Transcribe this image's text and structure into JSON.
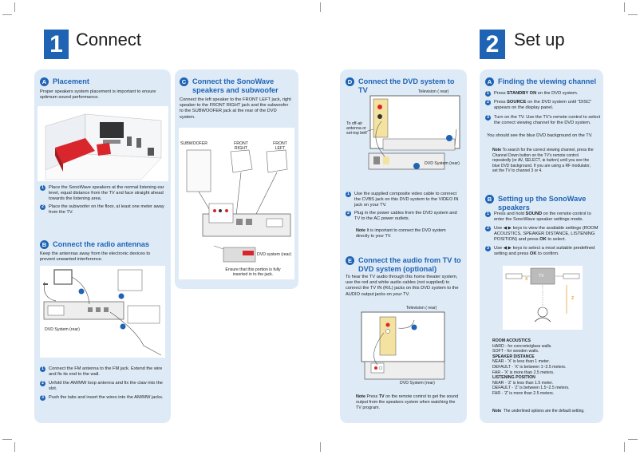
{
  "left": {
    "number": "1",
    "title": "Connect",
    "a": {
      "badge": "A",
      "heading": "Placement",
      "intro": "Proper speakers system placement is important to ensure optimum sound performance.",
      "steps": [
        {
          "n": "1",
          "text": "Place the SonoWave speakers at the normal listening ear level, equal distance from the TV and face straight ahead towards the listening area."
        },
        {
          "n": "2",
          "text": "Place the subwoofer on the floor, at least one meter away from the TV."
        }
      ]
    },
    "b": {
      "badge": "B",
      "heading": "Connect the radio antennas",
      "intro": "Keep the antennas away from the electronic devices to prevent unwanted interference.",
      "fig_label": "DVD System (rear)",
      "steps": [
        {
          "n": "1",
          "text": "Connect the FM antenna to the FM jack.  Extend the wire and fix its end to the wall."
        },
        {
          "n": "2",
          "text": "Unfold the AM/MW loop antenna and fix the claw into the slot."
        },
        {
          "n": "3",
          "text": "Push the tabs and insert the wires into the AM/MW jacks."
        }
      ]
    },
    "c": {
      "badge": "C",
      "heading": "Connect the SonoWave speakers and subwoofer",
      "intro": "Connect the left speaker to the FRONT LEFT jack, right speaker to the FRONT RIGHT jack and the subwoofer to the SUBWOOFER jack at the rear of the DVD system.",
      "subwoofer": "SUBWOOFER",
      "front_right": "FRONT RIGHT",
      "front_left": "FRONT LEFT",
      "dvd_rear": "DVD system (rear)",
      "caption": "Ensure that this portion is fully inserted in to the jack."
    },
    "d": {
      "badge": "D",
      "heading": "Connect the DVD system to TV",
      "tv_label": "Television ( rear)",
      "aerial": "To off-air antenna or set-top box",
      "dvd_rear": "DVD System (rear)",
      "steps": [
        {
          "n": "1",
          "text": "Use the supplied composite video cable to connect the CVBS jack on this DVD system to the VIDEO IN jack on your TV."
        },
        {
          "n": "2",
          "text": "Plug in the power cables from the DVD system and TV to the AC power outlets."
        }
      ],
      "note_label": "Note",
      "note": "It is important to connect the DVD system directly to your TV."
    },
    "e": {
      "badge": "E",
      "heading": "Connect the audio from TV to DVD system (optional)",
      "intro": "To hear the TV audio through this home theater system, use the red and white audio cables (not supplied) to connect the TV IN (R/L) jacks on this DVD system to the AUDIO output jacks on your TV.",
      "tv_label": "Television ( rear)",
      "dvd_rear": "DVD System (rear)",
      "note_label": "Note",
      "note_pre": "Press ",
      "note_bold": "TV",
      "note_post": " on the remote control to get the sound output from the speakers system when watching the TV program."
    }
  },
  "right": {
    "number": "2",
    "title": "Set up",
    "a": {
      "badge": "A",
      "heading": "Finding the viewing channel",
      "steps": [
        {
          "n": "1",
          "pre": "Press ",
          "bold": "STANDBY ON",
          "post": " on the DVD system."
        },
        {
          "n": "2",
          "pre": "Press ",
          "bold": "SOURCE",
          "post": " on the DVD system until \"DISC\" appears on the display panel."
        },
        {
          "n": "3",
          "pre": "",
          "bold": "",
          "post": "Turn on the TV.  Use the TV's remote control to select the correct viewing channel for the DVD system."
        }
      ],
      "after": "You should see the blue DVD background on the TV.",
      "note_label": "Note",
      "note": "To search for the correct viewing channel, press the Channel Down button on the TV's remote control repeatedly (or AV, SELECT, ⊕ button) until you see the blue DVD background. If you are using a RF modulator, set the TV to channel 3 or 4."
    },
    "b": {
      "badge": "B",
      "heading": "Setting up the SonoWave speakers",
      "steps": [
        {
          "n": "1",
          "pre": "Press and hold ",
          "bold": "SOUND",
          "post": " on the remote control to enter the SonoWave speaker settings mode."
        },
        {
          "n": "2",
          "pre": "Use ◀ ▶ keys to view the available settings (ROOM ACOUSTICS, SPEAKER DISTANCE, LISTENING POSITION) and press ",
          "bold": "OK",
          "post": " to select."
        },
        {
          "n": "3",
          "pre": "Use ◀ ▶ keys to select a most suitable predefined setting and press ",
          "bold": "OK",
          "post": " to confirm."
        }
      ],
      "fig_tv": "TV",
      "fig_x": "X",
      "fig_z": "Z",
      "settings": [
        {
          "head": "ROOM ACOUSTICS",
          "lines": [
            "HARD - for concrete/glass walls.",
            "SOFT - for wooden walls."
          ]
        },
        {
          "head": "SPEAKER DISTANCE",
          "lines": [
            "NEAR - 'X' is less than 1 meter.",
            "DEFAULT - 'X' is between 1~2.5 meters.",
            "FAR - 'X' is more than 2.5 meters."
          ]
        },
        {
          "head": "LISTENING POSITION",
          "lines": [
            "NEAR - 'Z' is less than 1.5 meter.",
            "DEFAULT - 'Z' is between 1.5~2.5 meters.",
            "FAR - 'Z' is more than 2.5 meters."
          ]
        }
      ],
      "note_label": "Note",
      "note": "The underlined options are the default setting."
    }
  },
  "colors": {
    "accent": "#1f63b5",
    "panel": "#deebf7",
    "red": "#d9262c"
  }
}
